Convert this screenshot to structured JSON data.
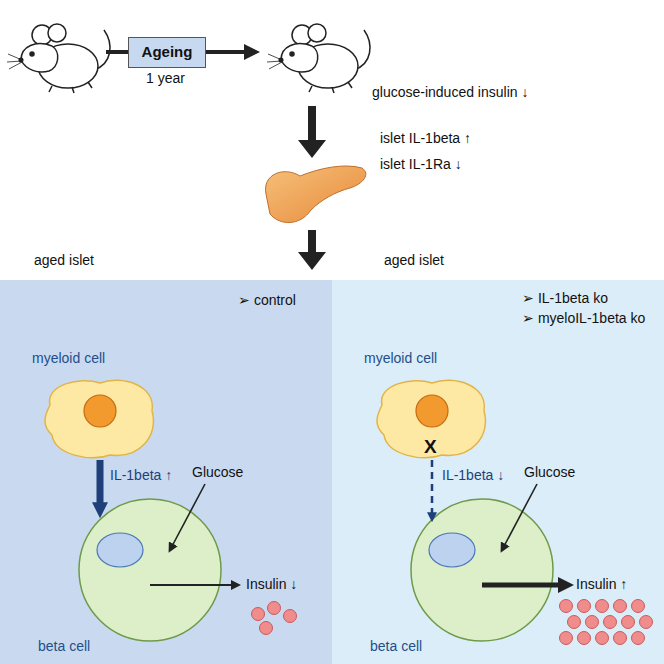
{
  "diagram": {
    "nodes": [
      {
        "text": [
          "Ageing"
        ]
      },
      {
        "text": [
          "➢ control"
        ]
      },
      {
        "text": [
          "myeloid cell"
        ],
        "in": 1
      },
      {
        "text": [
          "beta cell"
        ],
        "in": 1
      },
      {
        "text": [
          "➢ IL-1beta ko",
          "➢ myeloIL-1beta ko"
        ]
      },
      {
        "text": [
          "myeloid cell"
        ],
        "in": 4
      },
      {
        "text": [
          "beta cell"
        ],
        "in": 4
      }
    ],
    "edges": [
      {
        "from": 2,
        "to": 3,
        "label": "IL-1beta ↑",
        "arrow": "to"
      },
      {
        "from": 5,
        "to": 6,
        "label": "IL-1beta ↓",
        "arrow": "to"
      }
    ],
    "labels": [
      "1 year",
      "glucose-induced insulin ↓",
      "islet IL-1beta ↑",
      "islet IL-1Ra ↓",
      "aged islet",
      "aged islet",
      "Glucose",
      "Insulin ↓",
      "X",
      "Glucose",
      "Insulin ↑"
    ]
  }
}
